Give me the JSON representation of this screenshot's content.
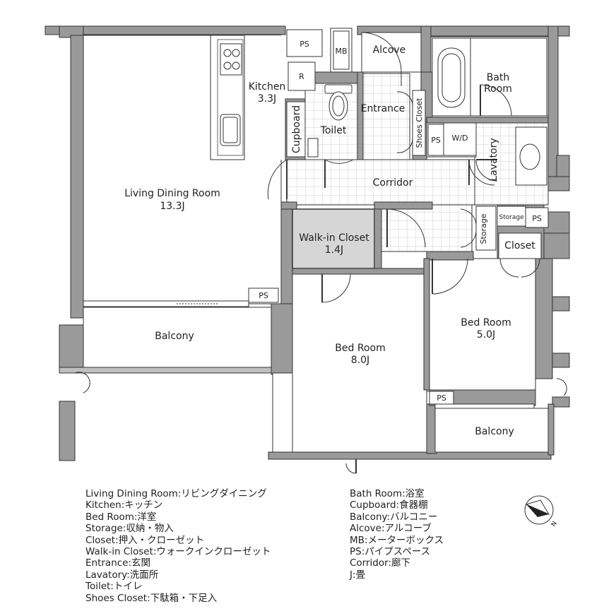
{
  "rooms": {
    "ldk": "Living Dining Room",
    "ldk_size": "13.3J",
    "kitchen": "Kitchen",
    "kitchen_size": "3.3J",
    "refrigerator": "R",
    "cupboard": "Cupboard",
    "toilet": "Toilet",
    "entrance": "Entrance",
    "alcove": "Alcove",
    "mb": "MB",
    "ps": "PS",
    "bath_line1": "Bath",
    "bath_line2": "Room",
    "shoes_closet": "Shoes Closet",
    "wd": "W/D",
    "lavatory": "Lavatory",
    "corridor": "Corridor",
    "walkin": "Walk-in Closet",
    "walkin_size": "1.4J",
    "storage": "Storage",
    "closet": "Closet",
    "bed1": "Bed Room",
    "bed1_size": "8.0J",
    "bed2": "Bed Room",
    "bed2_size": "5.0J",
    "balcony": "Balcony",
    "compass_n": "N"
  },
  "legend_left": [
    "Living Dining Room:リビングダイニング",
    "Kitchen:キッチン",
    "Bed Room:洋室",
    "Storage:収納・物入",
    "Closet:押入・クローゼット",
    "Walk-in Closet:ウォークインクローゼット",
    "Entrance:玄関",
    "Lavatory:洗面所",
    "Toilet:トイレ",
    "Shoes Closet:下駄箱・下足入"
  ],
  "legend_right": [
    "Bath Room:浴室",
    "Cupboard:食器棚",
    "Balcony:バルコニー",
    "Alcove:アルコーブ",
    "MB:メーターボックス",
    "PS:パイプスペース",
    "Corridor:廊下",
    "J:畳"
  ],
  "colors": {
    "wall": "#9a9a9a",
    "wall_edge": "#333333",
    "floor": "#ffffff",
    "tile_grid": "#cfcfcf",
    "walkin_fill": "#d6d6d6"
  }
}
